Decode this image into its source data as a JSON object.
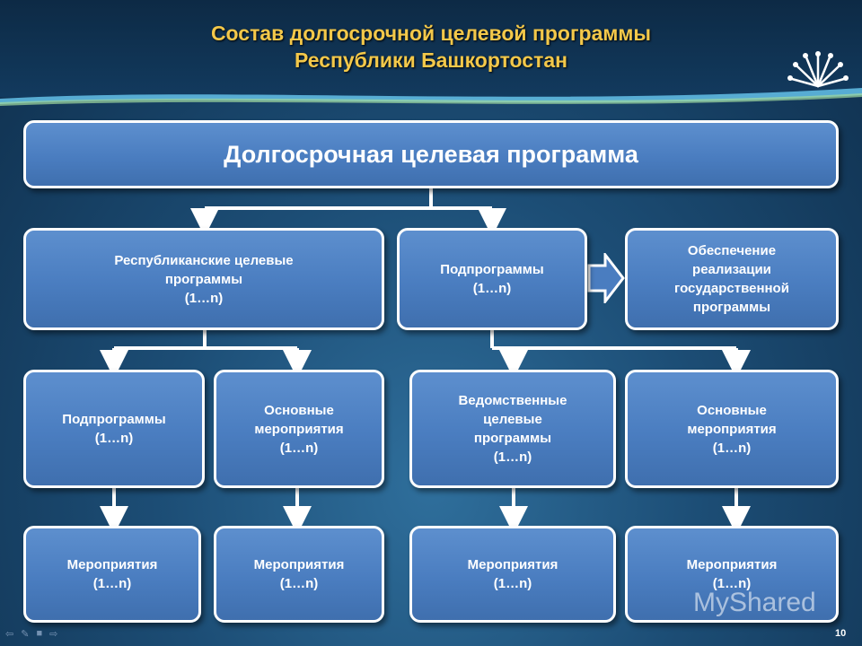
{
  "header": {
    "title_line1": "Состав долгосрочной целевой программы",
    "title_line2": "Республики Башкортостан"
  },
  "diagram": {
    "root": "Долгосрочная целевая программа",
    "republican_programs": "Республиканские целевые\nпрограммы\n(1…n)",
    "subprograms": "Подпрограммы\n(1…n)",
    "support": "Обеспечение\nреализации\nгосударственной\nпрограммы",
    "rep_subprograms": "Подпрограммы\n(1…n)",
    "rep_main_activities": "Основные\nмероприятия\n(1…n)",
    "departmental_programs": "Ведомственные\nцелевые\nпрограммы\n(1…n)",
    "sub_main_activities": "Основные\nмероприятия\n(1…n)",
    "activities_1": "Мероприятия\n(1…n)",
    "activities_2": "Мероприятия\n(1…n)",
    "activities_3": "Мероприятия\n(1…n)",
    "activities_4": "Мероприятия\n(1…n)"
  },
  "footer": {
    "page_number": "10",
    "watermark": "MyShared"
  },
  "colors": {
    "title": "#f3c84a",
    "box_fill": "#4a7dc0",
    "background": "#1c4d75"
  },
  "icons": [
    "back-arrow-icon",
    "pen-icon",
    "menu-icon",
    "forward-arrow-icon",
    "logo-icon"
  ]
}
